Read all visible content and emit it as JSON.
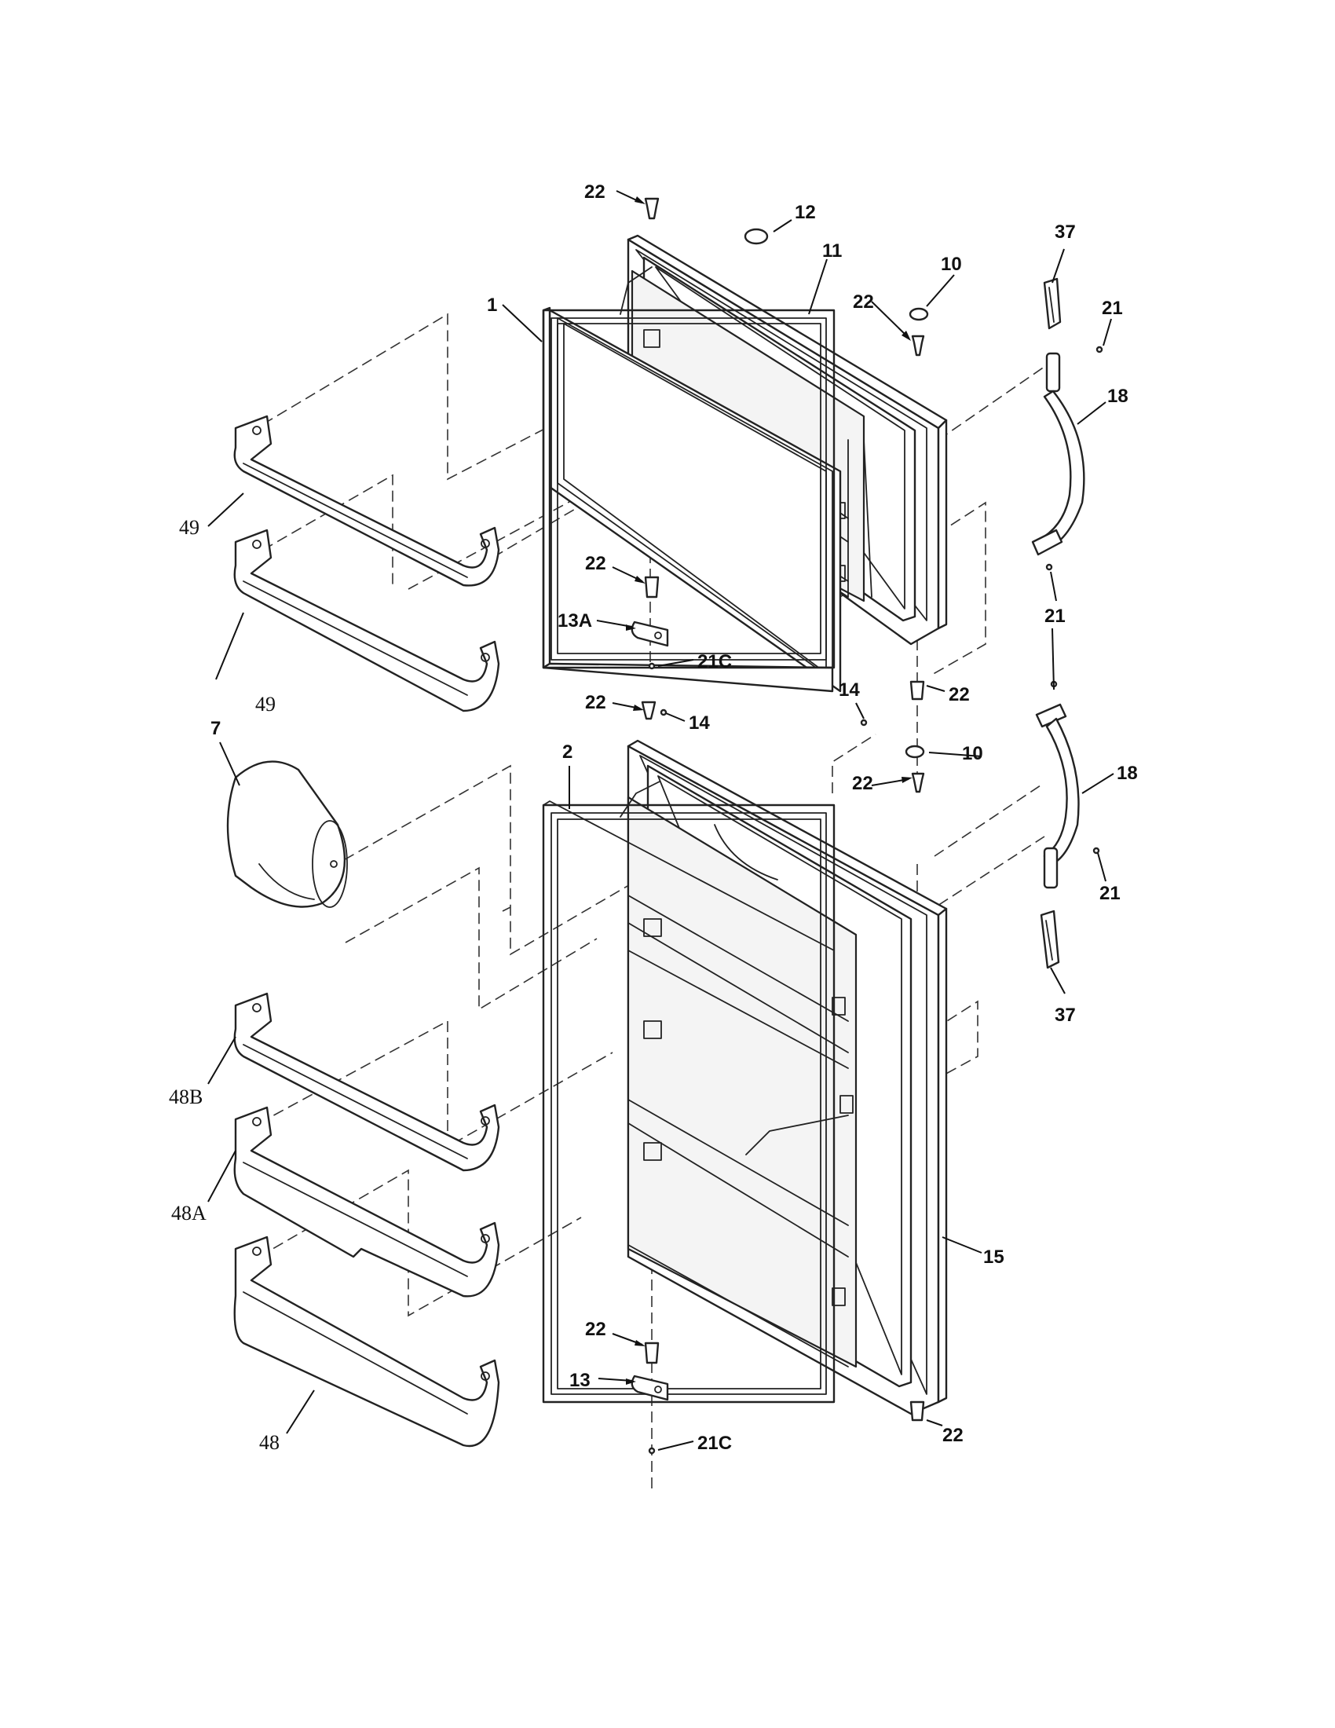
{
  "labels": {
    "l1": "1",
    "l2": "2",
    "l7": "7",
    "l10a": "10",
    "l10b": "10",
    "l11": "11",
    "l12": "12",
    "l13": "13",
    "l13a": "13A",
    "l14a": "14",
    "l14b": "14",
    "l15": "15",
    "l18a": "18",
    "l18b": "18",
    "l21a": "21",
    "l21b": "21",
    "l21c": "21",
    "l21ca": "21C",
    "l21cb": "21C",
    "l22a": "22",
    "l22b": "22",
    "l22c": "22",
    "l22d": "22",
    "l22e": "22",
    "l22f": "22",
    "l22g": "22",
    "l22h": "22",
    "l37a": "37",
    "l37b": "37",
    "l48": "48",
    "l48a": "48A",
    "l48b": "48B",
    "l49a": "49",
    "l49b": "49"
  }
}
